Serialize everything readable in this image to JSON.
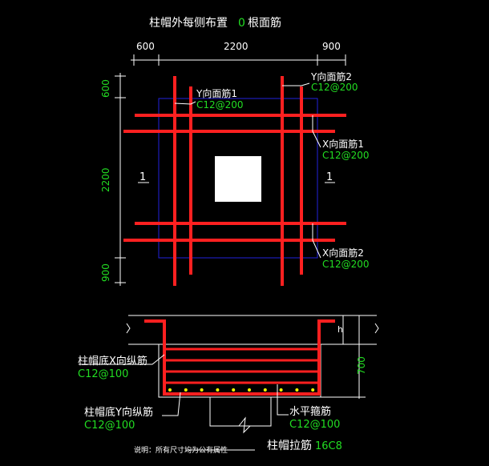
{
  "title": {
    "prefix": "柱帽外每侧布置",
    "count": "0",
    "suffix": "根面筋"
  },
  "plan": {
    "top_dims": [
      "600",
      "2200",
      "900"
    ],
    "left_dims": [
      "600",
      "2200",
      "900"
    ],
    "section_label": "1",
    "labels": {
      "y_top_1": {
        "name": "Y向面筋1",
        "spec": "C12@200"
      },
      "y_top_2": {
        "name": "Y向面筋2",
        "spec": "C12@200"
      },
      "x_top_1": {
        "name": "X向面筋1",
        "spec": "C12@200"
      },
      "x_top_2": {
        "name": "X向面筋2",
        "spec": "C12@200"
      }
    }
  },
  "section": {
    "h_label": "h",
    "height_dim": "700",
    "labels": {
      "bottom_x": {
        "name": "柱帽底X向纵筋",
        "spec": "C12@100"
      },
      "bottom_y": {
        "name": "柱帽底Y向纵筋",
        "spec": "C12@100"
      },
      "horizontal_stirrup": {
        "name": "水平箍筋",
        "spec": "C12@100"
      },
      "tie": {
        "name": "柱帽拉筋",
        "spec": "16C8"
      }
    }
  },
  "note": "说明：所有尺寸均为公有属性",
  "colors": {
    "background": "#000000",
    "rebar": "#ff2020",
    "boundary": "#2222dd",
    "spec_text": "#22dd22",
    "dot": "#ffff00"
  }
}
